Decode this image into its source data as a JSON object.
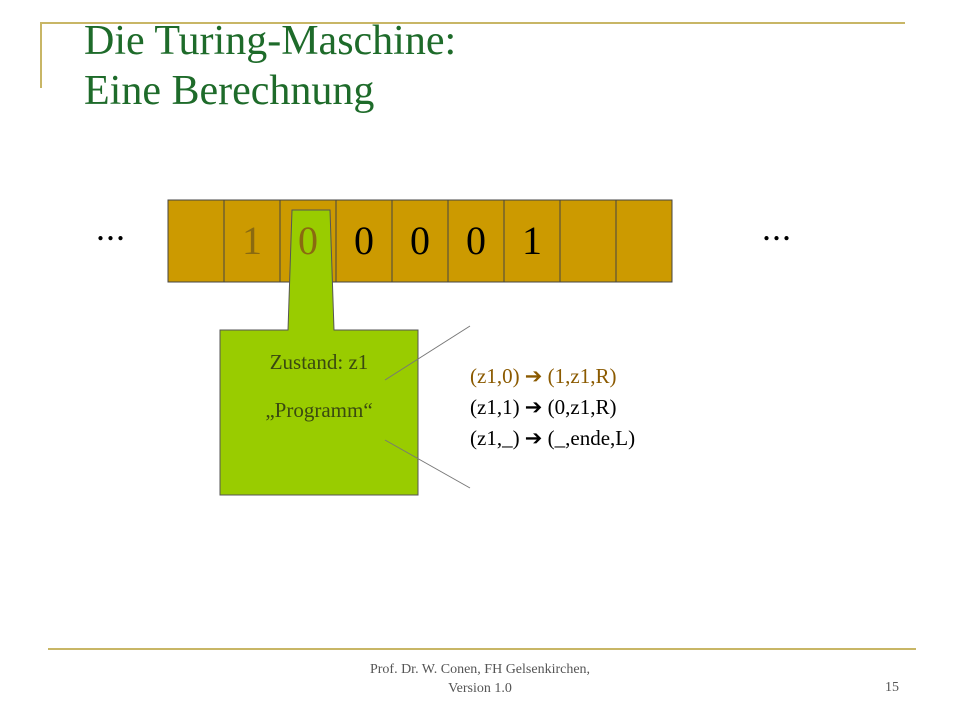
{
  "slide": {
    "title_line1": "Die Turing-Maschine:",
    "title_line2": "Eine Berechnung",
    "page_number": "15",
    "footer_line1": "Prof. Dr. W. Conen, FH Gelsenkirchen,",
    "footer_line2": "Version 1.0"
  },
  "tape": {
    "ellipsis_left": "...",
    "ellipsis_right": "...",
    "cells": [
      "",
      "1",
      "0",
      "0",
      "0",
      "0",
      "1",
      "",
      ""
    ],
    "head_index": 2,
    "cell_color": "#cc9a00",
    "symbol_color": "#000000",
    "dim_symbol_color": "#8a6a10"
  },
  "head": {
    "state_label": "Zustand: z1",
    "program_label": "„Programm“",
    "color": "#99cc00"
  },
  "rules": [
    {
      "text": "(z1,0) ➔ (1,z1,R)",
      "active": true
    },
    {
      "text": "(z1,1) ➔ (0,z1,R)",
      "active": false
    },
    {
      "text": "(z1,_) ➔ (_,ende,L)",
      "active": false
    }
  ],
  "colors": {
    "title": "#1e6b2a",
    "active_rule": "#8b5a00",
    "rule": "#000000",
    "accent_line": "#c8b666"
  }
}
